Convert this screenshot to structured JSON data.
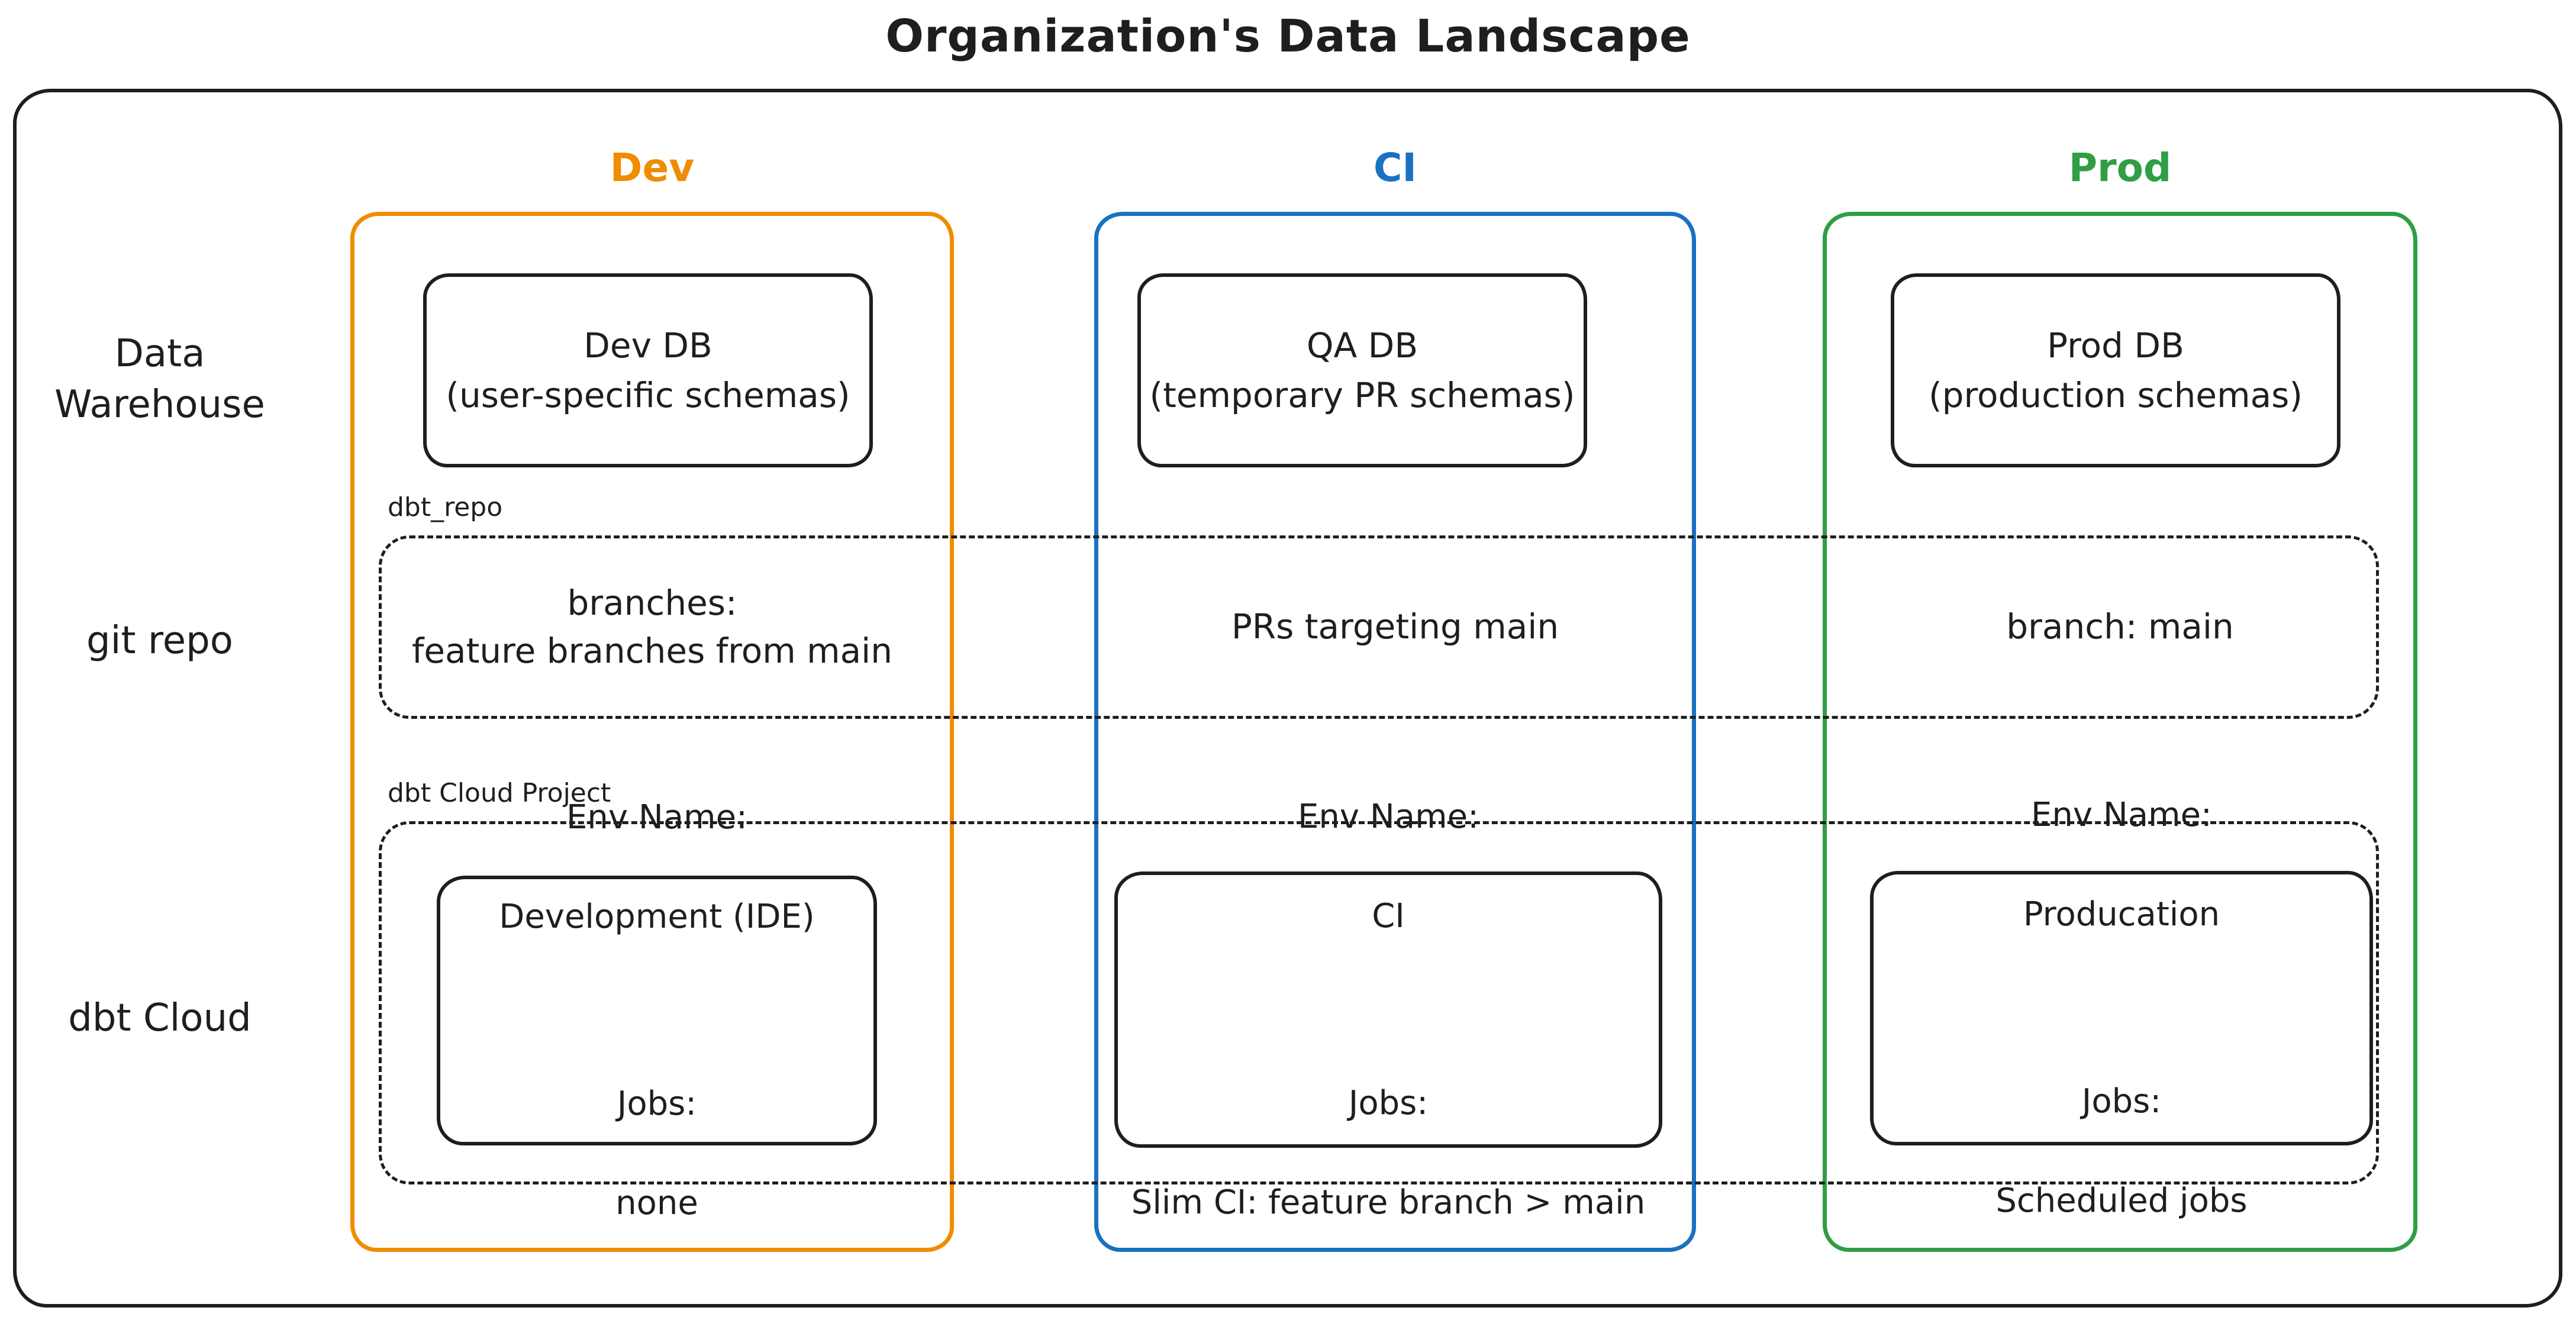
{
  "title": "Organization's Data Landscape",
  "colors": {
    "dev": "#f08c00",
    "ci": "#1971c2",
    "prod": "#2f9e44",
    "ink": "#1e1e1e"
  },
  "columns": {
    "dev": {
      "label": "Dev"
    },
    "ci": {
      "label": "CI"
    },
    "prod": {
      "label": "Prod"
    }
  },
  "rows": {
    "warehouse": {
      "label": "Data\nWarehouse",
      "dev": {
        "name": "Dev DB",
        "desc": "(user-specific schemas)"
      },
      "ci": {
        "name": "QA DB",
        "desc": "(temporary PR schemas)"
      },
      "prod": {
        "name": "Prod DB",
        "desc": "(production schemas)"
      }
    },
    "git": {
      "label": "git repo",
      "container_label": "dbt_repo",
      "dev": "branches:\nfeature branches from main",
      "ci": "PRs targeting main",
      "prod": "branch: main"
    },
    "dbt": {
      "label": "dbt Cloud",
      "container_label": "dbt Cloud Project",
      "dev": {
        "env_label": "Env Name:",
        "env": "Development (IDE)",
        "jobs_label": "Jobs:",
        "jobs": "none"
      },
      "ci": {
        "env_label": "Env Name:",
        "env": "CI",
        "jobs_label": "Jobs:",
        "jobs": "Slim CI: feature branch > main"
      },
      "prod": {
        "env_label": "Env Name:",
        "env": "Producation",
        "jobs_label": "Jobs:",
        "jobs": "Scheduled jobs"
      }
    }
  }
}
